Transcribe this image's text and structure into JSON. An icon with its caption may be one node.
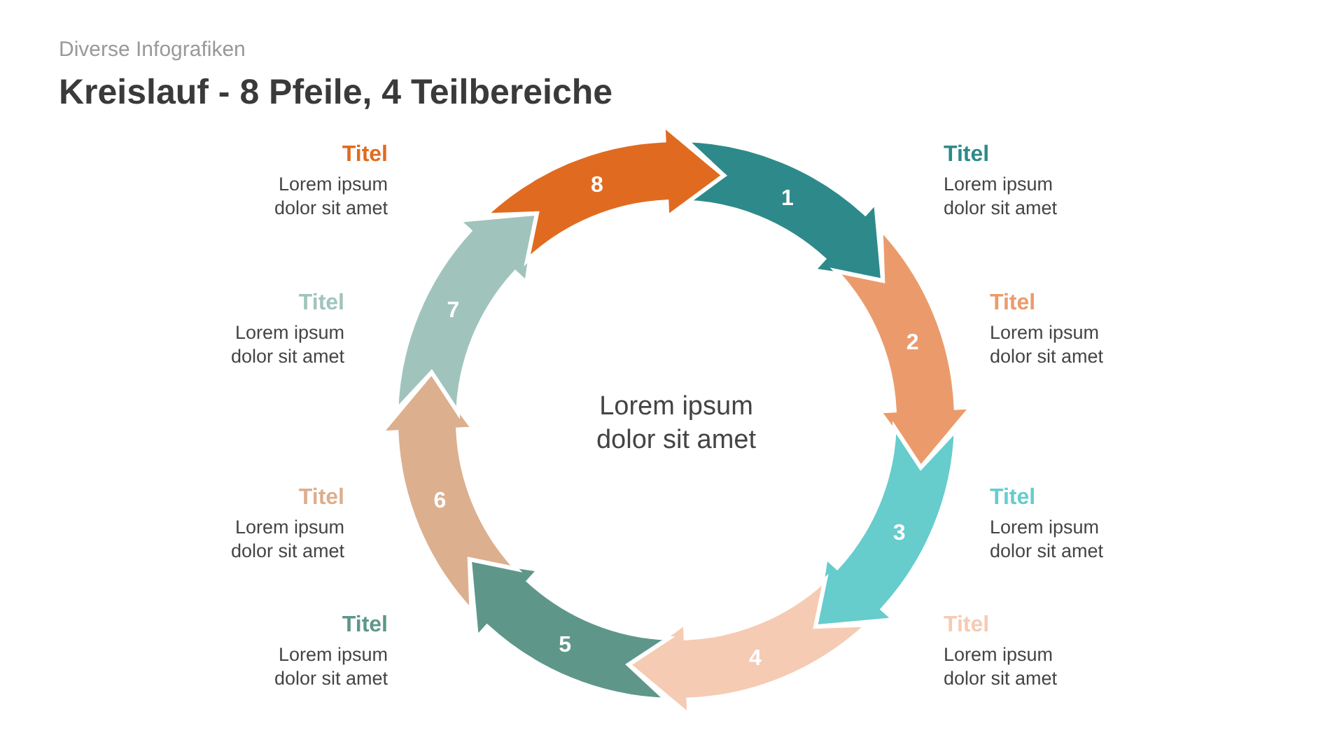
{
  "diagram": {
    "title": "Kreislauf - 8 Pfeile, 4 Teilbereiche",
    "nodes": [
      {
        "text": [
          "1"
        ],
        "beside": [
          "Titel",
          "Lorem ipsum dolor sit amet"
        ]
      },
      {
        "text": [
          "2"
        ],
        "beside": [
          "Titel",
          "Lorem ipsum dolor sit amet"
        ]
      },
      {
        "text": [
          "3"
        ],
        "beside": [
          "Titel",
          "Lorem ipsum dolor sit amet"
        ]
      },
      {
        "text": [
          "4"
        ]
      },
      {
        "text": [
          "5"
        ],
        "beside": [
          "Titel",
          "Lorem ipsum dolor sit amet"
        ]
      },
      {
        "text": [
          "6"
        ],
        "beside": [
          "Titel",
          "Lorem ipsum dolor sit amet"
        ]
      },
      {
        "text": [
          "7"
        ],
        "beside": [
          "Titel",
          "Lorem ipsum dolor sit amet"
        ]
      },
      {
        "text": [
          "8"
        ],
        "beside": [
          "Titel",
          "Lorem ipsum dolor sit amet"
        ]
      }
    ],
    "labels": [
      "Diverse Infografiken",
      "Lorem ipsum dolor sit amet",
      "Titel",
      "Lorem ipsum dolor sit amet"
    ]
  }
}
